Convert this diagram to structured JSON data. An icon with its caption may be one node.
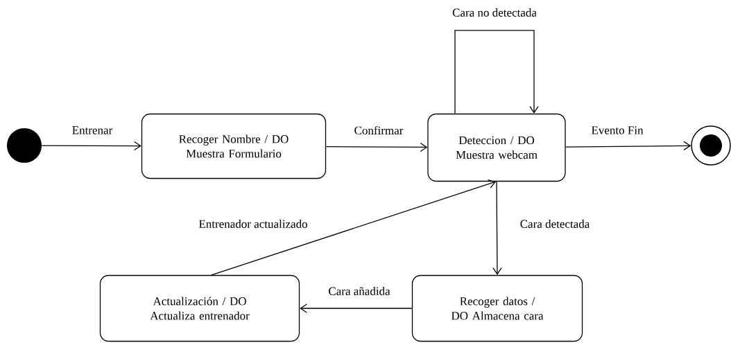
{
  "diagram": {
    "nodes": [
      {
        "text": [],
        "shape": "circle"
      },
      {
        "text": [
          "Recoger Nombre / DO Muestra Formulario"
        ]
      },
      {
        "text": [
          "Deteccion / DO Muestra webcam"
        ]
      },
      {
        "text": [],
        "shape": "bullseye"
      },
      {
        "text": [
          "Actualización / DO Actualiza entrenador"
        ]
      },
      {
        "text": [
          "Recoger datos / DO Almacena cara"
        ]
      }
    ],
    "edges": [
      {
        "from": 0,
        "to": 1,
        "arrow": "to",
        "label": "Entrenar"
      },
      {
        "from": 1,
        "to": 2,
        "arrow": "to",
        "label": "Confirmar"
      },
      {
        "from": 2,
        "to": 2,
        "arrow": "to",
        "label": "Cara no detectada"
      },
      {
        "from": 2,
        "to": 3,
        "arrow": "to",
        "label": "Evento Fin"
      },
      {
        "from": 2,
        "to": 5,
        "arrow": "to",
        "label": "Cara detectada"
      },
      {
        "from": 5,
        "to": 4,
        "arrow": "to",
        "label": "Cara añadida"
      },
      {
        "from": 4,
        "to": 2,
        "arrow": "to",
        "label": "Entrenador actualizado"
      }
    ]
  }
}
